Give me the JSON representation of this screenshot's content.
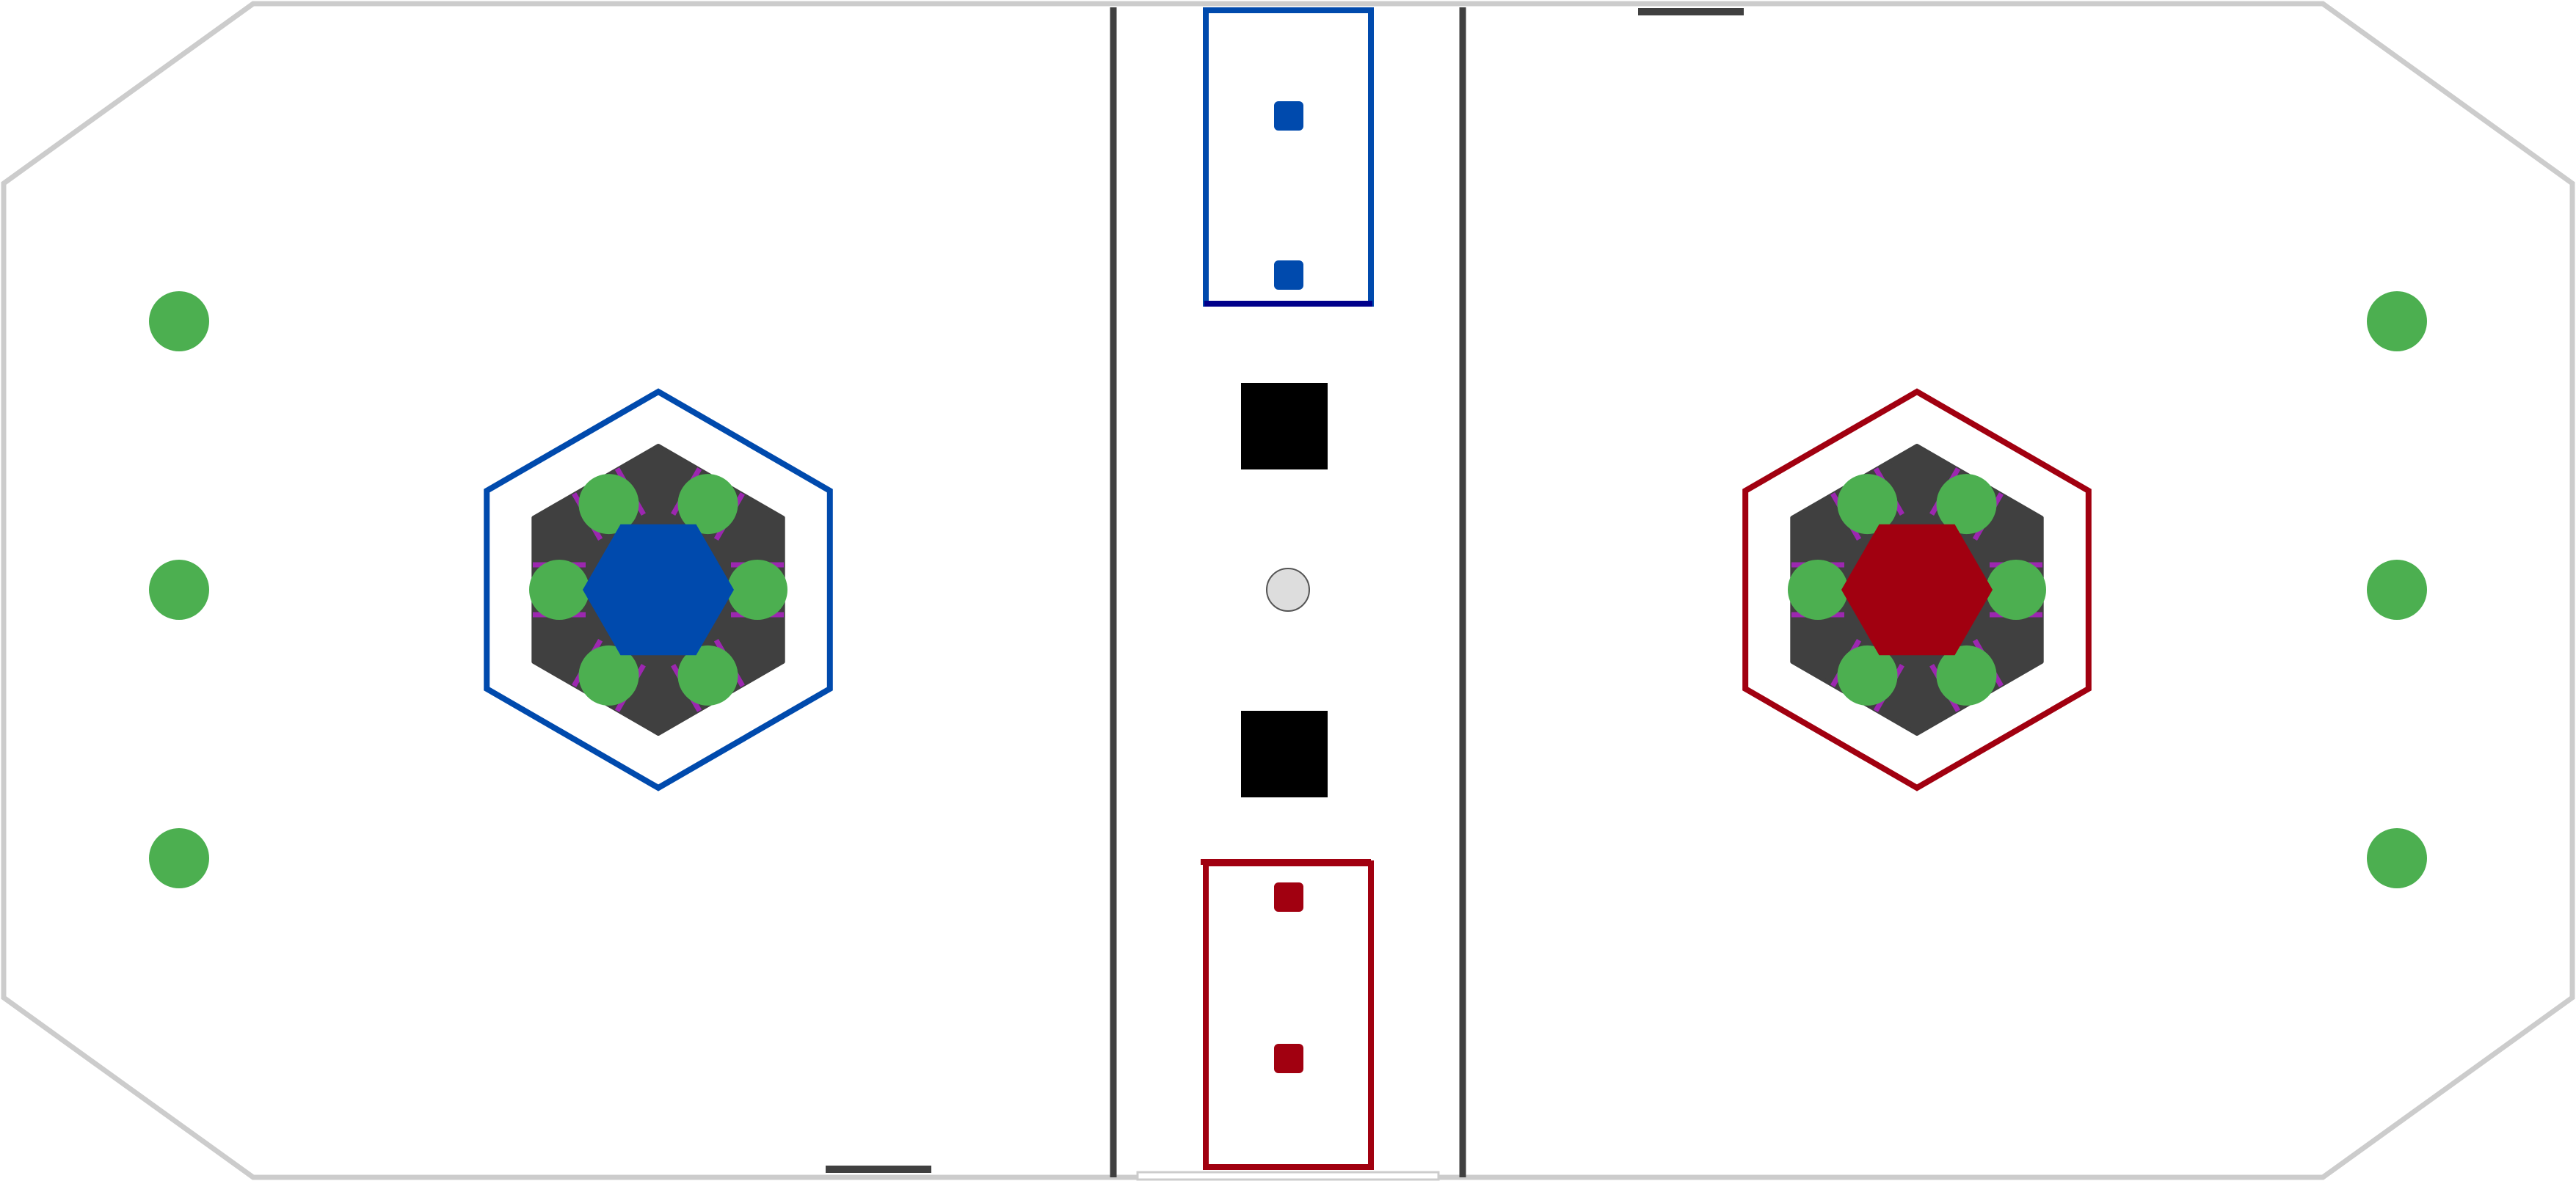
{
  "field": {
    "background": "#ffffff",
    "outline_color": "#cccccc",
    "divider_color": "#404040",
    "neutral_object_color": "#000000",
    "center_ball_color": "#dddddd"
  },
  "teams": {
    "blue": {
      "color": "#004aad",
      "hub_color": "#004aad",
      "zone_line_color": "#00008b"
    },
    "red": {
      "color": "#a10010",
      "hub_color": "#a10010",
      "zone_line_color": "#a10010"
    }
  },
  "pieces": {
    "ball_color": "#4caf50",
    "clip_color": "#9c27b0",
    "dock_color": "#404040",
    "side_balls_per_wall": 3,
    "balls_per_hub": 6
  },
  "markers": {
    "blue_zone_markers": 2,
    "red_zone_markers": 2,
    "neutral_blocks": 2
  }
}
